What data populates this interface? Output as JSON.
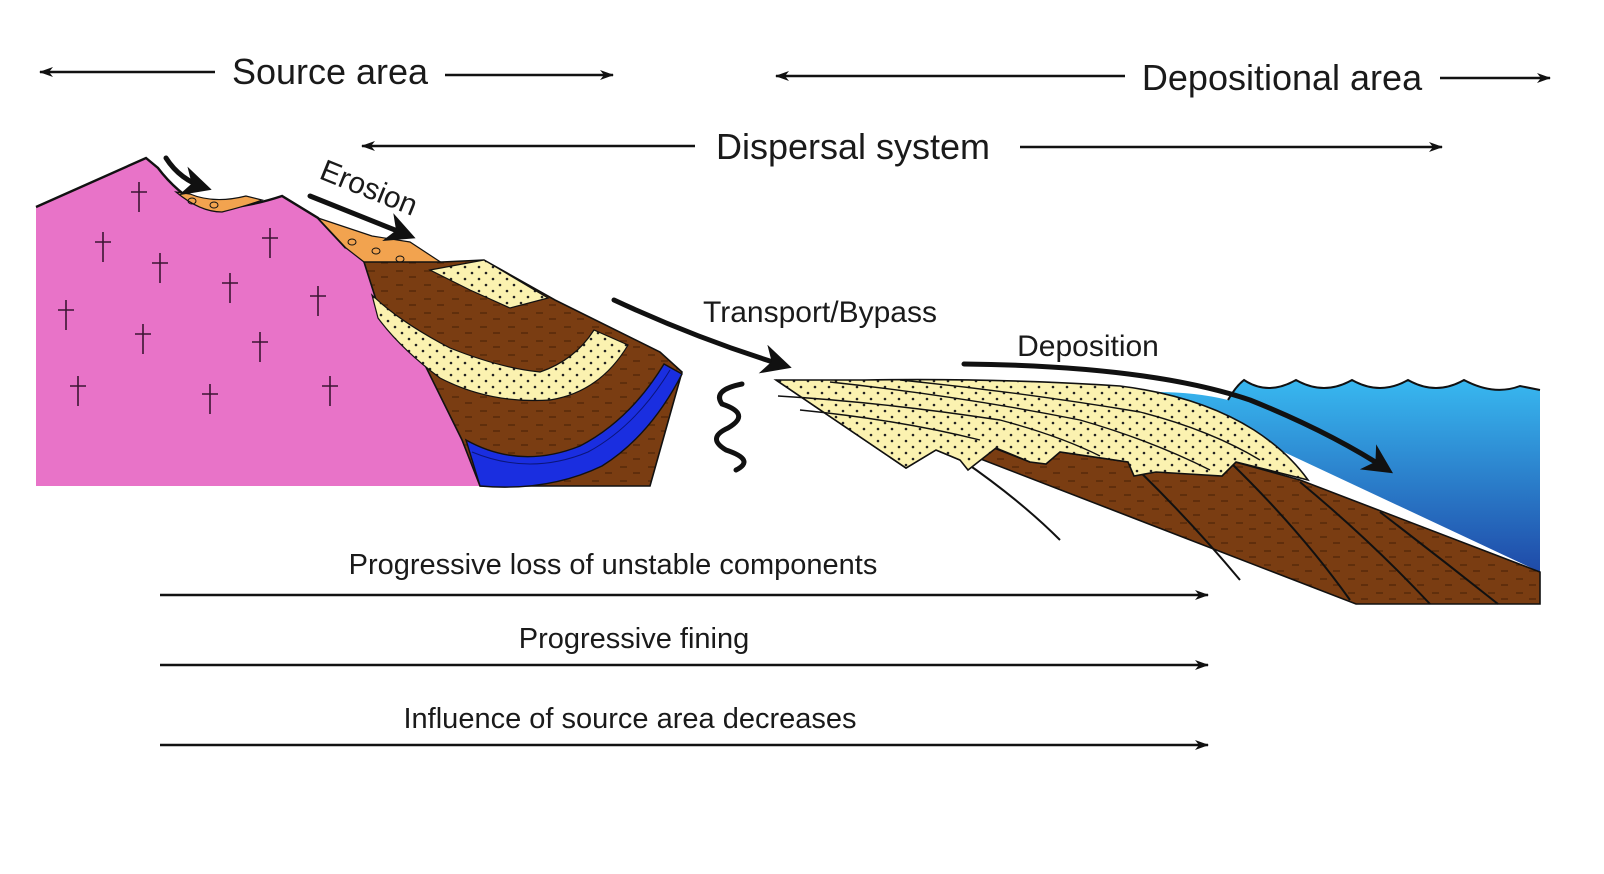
{
  "labels": {
    "source_area": "Source area",
    "depositional_area": "Depositional area",
    "dispersal_system": "Dispersal system",
    "erosion": "Erosion",
    "transport_bypass": "Transport/Bypass",
    "deposition": "Deposition"
  },
  "trends": [
    "Progressive loss of unstable components",
    "Progressive fining",
    "Influence of source area decreases"
  ],
  "colors": {
    "granite": "#e873c8",
    "regolith": "#f2a34f",
    "sandstone": "#fbf2b0",
    "mudstone": "#7a3d12",
    "limestone": "#1a2ee0",
    "sea_top": "#33b3ee",
    "sea_bottom": "#1f4fb0"
  }
}
